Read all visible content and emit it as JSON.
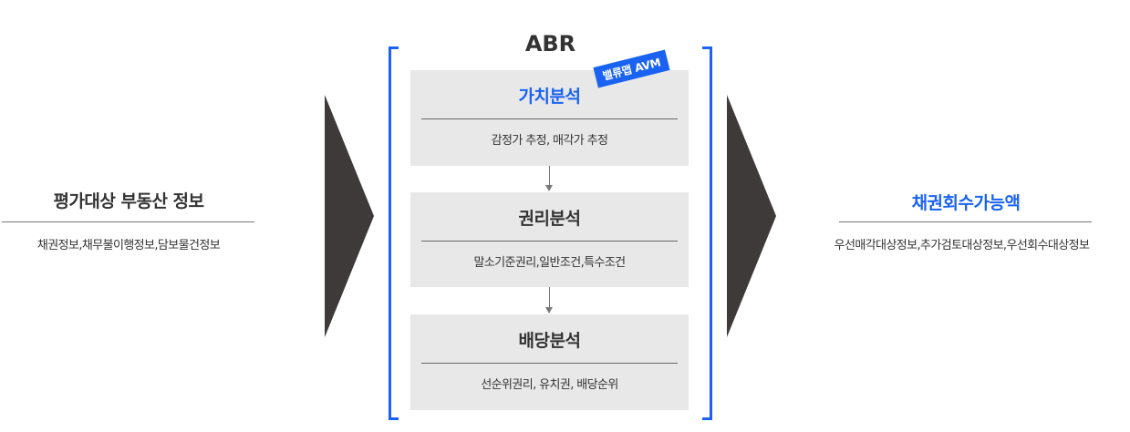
{
  "input": {
    "title": "평가대상 부동산 정보",
    "description": "채권정보,채무불이행정보,담보물건정보"
  },
  "abr": {
    "title": "ABR",
    "badge": "밸류맵 AVM",
    "steps": [
      {
        "title": "가치분석",
        "description": "감정가 추정, 매각가 추정"
      },
      {
        "title": "권리분석",
        "description": "말소기준권리,일반조건,특수조건"
      },
      {
        "title": "배당분석",
        "description": "선순위권리, 유치권, 배당순위"
      }
    ]
  },
  "output": {
    "title": "채권회수가능액",
    "description": "우선매각대상정보,추가검토대상정보,우선회수대상정보"
  },
  "colors": {
    "accent": "#1a63f2",
    "arrow": "#3d3a39",
    "box": "#e8e8e8"
  }
}
